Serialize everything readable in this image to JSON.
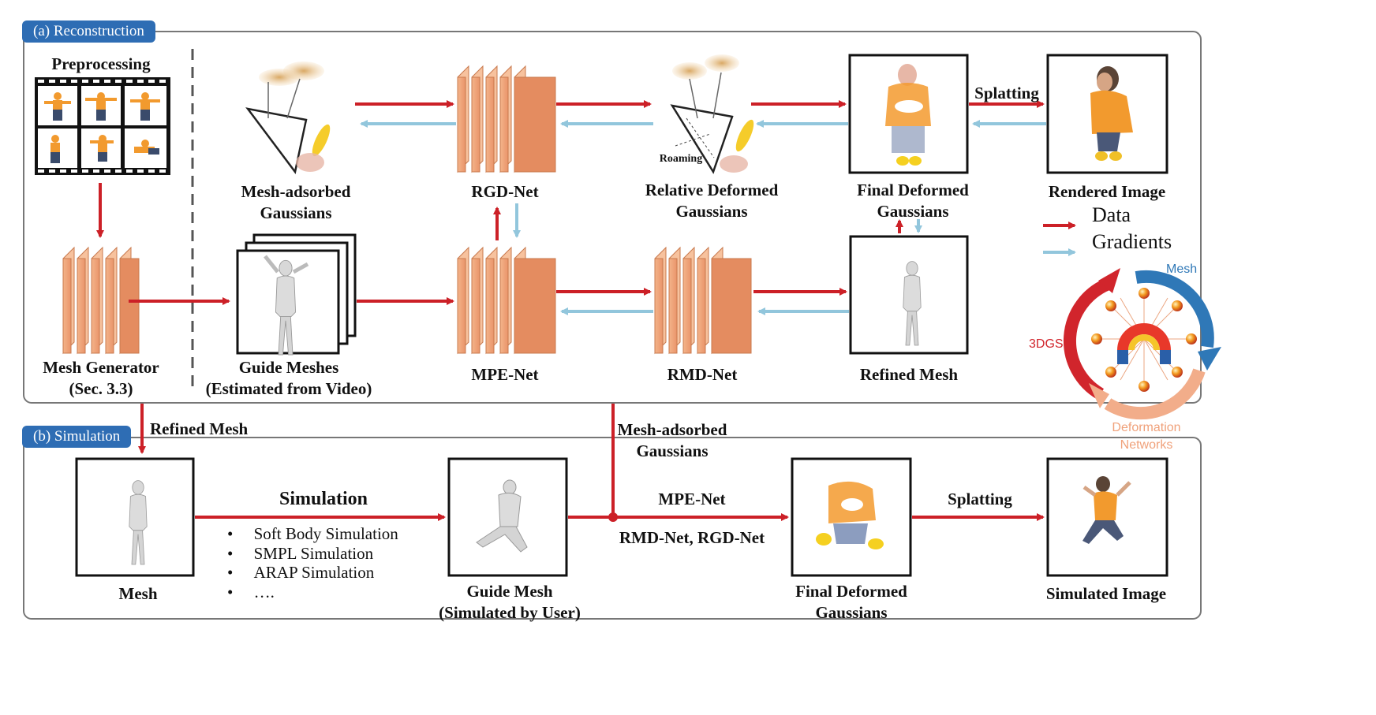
{
  "sections": {
    "reconstruction": "(a) Reconstruction",
    "simulation": "(b) Simulation"
  },
  "recon": {
    "preprocessing": "Preprocessing",
    "mesh_generator": [
      "Mesh Generator",
      "(Sec. 3.3)"
    ],
    "guide_meshes": [
      "Guide Meshes",
      "(Estimated from Video)"
    ],
    "mesh_adsorbed": [
      "Mesh-adsorbed",
      "Gaussians"
    ],
    "rgd_net": "RGD-Net",
    "relative_deformed": [
      "Relative Deformed",
      "Gaussians"
    ],
    "roaming": "Roaming",
    "final_deformed": [
      "Final Deformed",
      "Gaussians"
    ],
    "rendered_image": "Rendered Image",
    "splatting": "Splatting",
    "mpe_net": "MPE-Net",
    "rmd_net": "RMD-Net",
    "refined_mesh": "Refined Mesh"
  },
  "legend": {
    "data": "Data",
    "gradients": "Gradients",
    "data_color": "#cc2027",
    "gradient_color": "#92c6dc"
  },
  "cycle": {
    "mesh": "Mesh",
    "gs": "3DGS",
    "deform": [
      "Deformation",
      "Networks"
    ]
  },
  "sim": {
    "refined_mesh": "Refined Mesh",
    "mesh_adsorbed": [
      "Mesh-adsorbed",
      "Gaussians"
    ],
    "mesh": "Mesh",
    "simulation_title": "Simulation",
    "bullets": [
      "Soft Body Simulation",
      "SMPL Simulation",
      "ARAP Simulation",
      "…."
    ],
    "guide_mesh": [
      "Guide Mesh",
      "(Simulated by User)"
    ],
    "mpe_net": "MPE-Net",
    "rmd_rgd": "RMD-Net, RGD-Net",
    "final_deformed": [
      "Final Deformed",
      "Gaussians"
    ],
    "splatting": "Splatting",
    "simulated_image": "Simulated Image"
  }
}
